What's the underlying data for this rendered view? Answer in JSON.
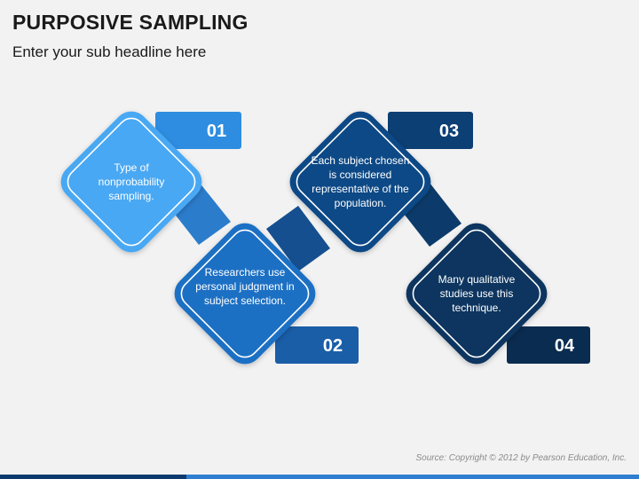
{
  "header": {
    "title": "PURPOSIVE SAMPLING",
    "subtitle": "Enter your sub headline here"
  },
  "steps": [
    {
      "number": "01",
      "text": "Type of nonprobability sampling.",
      "color": "#4aa8f3",
      "tab_color": "#2e8de0"
    },
    {
      "number": "02",
      "text": "Researchers use personal judgment in subject selection.",
      "color": "#1f6fc4",
      "tab_color": "#1a5ea8"
    },
    {
      "number": "03",
      "text": "Each subject chosen is considered representative of the population.",
      "color": "#0f4a86",
      "tab_color": "#0c3f74"
    },
    {
      "number": "04",
      "text": "Many qualitative studies use this technique.",
      "color": "#0b345f",
      "tab_color": "#0a2c50"
    }
  ],
  "footer": {
    "source": "Source: Copyright © 2012 by Pearson Education, Inc."
  },
  "colors": {
    "background": "#f2f2f2",
    "title": "#1a1a1a",
    "connector_1_2": "#2c7ccc",
    "connector_2_3": "#164f8f",
    "connector_3_4": "#0c3b6b"
  }
}
